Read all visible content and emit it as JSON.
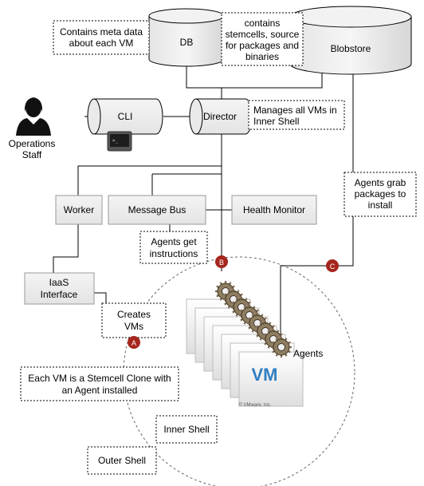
{
  "nodes": {
    "db": "DB",
    "blobstore": "Blobstore",
    "cli": "CLI",
    "director": "Director",
    "worker": "Worker",
    "message_bus": "Message Bus",
    "health_monitor": "Health Monitor",
    "iaas_interface": [
      "IaaS",
      "Interface"
    ],
    "operations_staff": [
      "Operations",
      "Staff"
    ],
    "agents": "Agents"
  },
  "notes": {
    "db_meta": [
      "Contains meta data",
      "about each VM"
    ],
    "blobstore_contents": [
      "contains",
      "stemcells, source",
      "for packages and",
      "binaries"
    ],
    "director_manages": [
      "Manages all VMs in",
      "Inner Shell"
    ],
    "agents_grab": [
      "Agents grab",
      "packages to",
      "install"
    ],
    "agents_get": [
      "Agents get",
      "instructions"
    ],
    "creates_vms": [
      "Creates",
      "VMs"
    ],
    "vm_clone": [
      "Each VM is a Stemcell Clone with",
      "an Agent installed"
    ],
    "inner_shell": "Inner Shell",
    "outer_shell": "Outer Shell"
  },
  "badges": {
    "a": "A",
    "b": "B",
    "c": "C"
  },
  "vm": {
    "logo": "VM",
    "credit": "© VMware, Inc."
  },
  "colors": {
    "badge": "#a5261d",
    "box_fill": "#eeeeee",
    "vm_logo": "#2f7fc1",
    "line": "#000000"
  }
}
